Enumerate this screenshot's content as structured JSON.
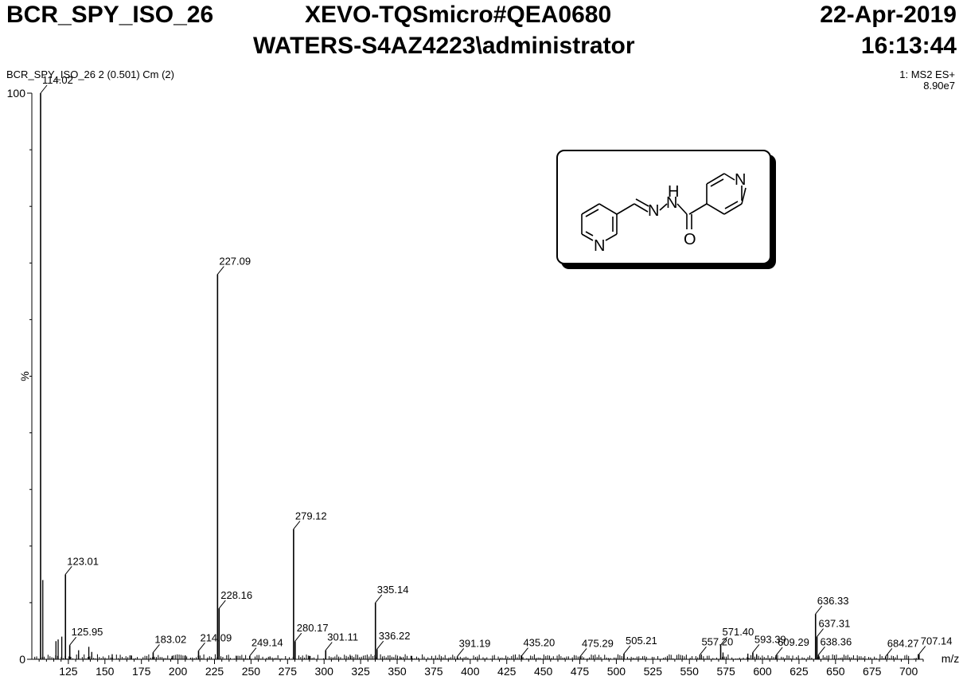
{
  "header": {
    "sample": "BCR_SPY_ISO_26",
    "instrument": "XEVO-TQSmicro#QEA0680",
    "date": "22-Apr-2019",
    "user": "WATERS-S4AZ4223\\administrator",
    "time": "16:13:44",
    "scan_info": "BCR_SPY_ISO_26 2 (0.501) Cm (2)",
    "function": "1: MS2 ES+",
    "max_intensity": "8.90e7"
  },
  "structure": {
    "atoms": [
      "N",
      "N",
      "H",
      "N",
      "O",
      "N"
    ]
  },
  "chart_data": {
    "type": "bar",
    "title": "",
    "xlabel": "m/z",
    "ylabel": "%",
    "xlim": [
      100,
      710
    ],
    "ylim": [
      0,
      100
    ],
    "xticks": [
      125,
      150,
      175,
      200,
      225,
      250,
      275,
      300,
      325,
      350,
      375,
      400,
      425,
      450,
      475,
      500,
      525,
      550,
      575,
      600,
      625,
      650,
      675,
      700
    ],
    "yticks": [
      0,
      100
    ],
    "peaks": [
      {
        "x": 106.0,
        "y": 100.0,
        "label": "114.02"
      },
      {
        "x": 123.01,
        "y": 15.0,
        "label": "123.01"
      },
      {
        "x": 125.95,
        "y": 2.5,
        "label": "125.95"
      },
      {
        "x": 183.02,
        "y": 1.2,
        "label": "183.02"
      },
      {
        "x": 214.09,
        "y": 1.5,
        "label": "214.09"
      },
      {
        "x": 227.09,
        "y": 68.0,
        "label": "227.09"
      },
      {
        "x": 228.16,
        "y": 9.0,
        "label": "228.16"
      },
      {
        "x": 249.14,
        "y": 0.6,
        "label": "249.14"
      },
      {
        "x": 279.12,
        "y": 23.0,
        "label": "279.12"
      },
      {
        "x": 280.17,
        "y": 3.2,
        "label": "280.17"
      },
      {
        "x": 301.11,
        "y": 1.6,
        "label": "301.11"
      },
      {
        "x": 335.14,
        "y": 10.0,
        "label": "335.14"
      },
      {
        "x": 336.22,
        "y": 1.8,
        "label": "336.22"
      },
      {
        "x": 391.19,
        "y": 0.5,
        "label": "391.19"
      },
      {
        "x": 435.2,
        "y": 0.6,
        "label": "435.20"
      },
      {
        "x": 475.29,
        "y": 0.5,
        "label": "475.29"
      },
      {
        "x": 505.21,
        "y": 1.0,
        "label": "505.21"
      },
      {
        "x": 557.2,
        "y": 0.8,
        "label": "557.20"
      },
      {
        "x": 571.4,
        "y": 2.5,
        "label": "571.40"
      },
      {
        "x": 593.39,
        "y": 1.2,
        "label": "593.39"
      },
      {
        "x": 609.29,
        "y": 0.7,
        "label": "609.29"
      },
      {
        "x": 636.33,
        "y": 8.0,
        "label": "636.33"
      },
      {
        "x": 637.31,
        "y": 4.0,
        "label": "637.31"
      },
      {
        "x": 638.36,
        "y": 0.8,
        "label": "638.36"
      },
      {
        "x": 684.27,
        "y": 0.5,
        "label": "684.27"
      },
      {
        "x": 707.14,
        "y": 0.9,
        "label": "707.14"
      }
    ],
    "minor_peaks": [
      {
        "x": 107.5,
        "y": 14.0
      },
      {
        "x": 116.5,
        "y": 3.2
      },
      {
        "x": 118.0,
        "y": 3.5
      },
      {
        "x": 120.5,
        "y": 4.0
      },
      {
        "x": 132.0,
        "y": 1.6
      },
      {
        "x": 139.0,
        "y": 2.2
      },
      {
        "x": 141.0,
        "y": 1.3
      },
      {
        "x": 155.0,
        "y": 0.9
      },
      {
        "x": 168.0,
        "y": 0.7
      },
      {
        "x": 196.0,
        "y": 0.6
      },
      {
        "x": 205.0,
        "y": 0.7
      },
      {
        "x": 240.0,
        "y": 0.6
      },
      {
        "x": 263.0,
        "y": 0.5
      },
      {
        "x": 290.0,
        "y": 0.6
      },
      {
        "x": 318.0,
        "y": 0.6
      },
      {
        "x": 352.0,
        "y": 0.5
      },
      {
        "x": 360.0,
        "y": 0.6
      },
      {
        "x": 573.0,
        "y": 1.2
      },
      {
        "x": 590.0,
        "y": 1.0
      },
      {
        "x": 596.0,
        "y": 0.9
      }
    ]
  }
}
